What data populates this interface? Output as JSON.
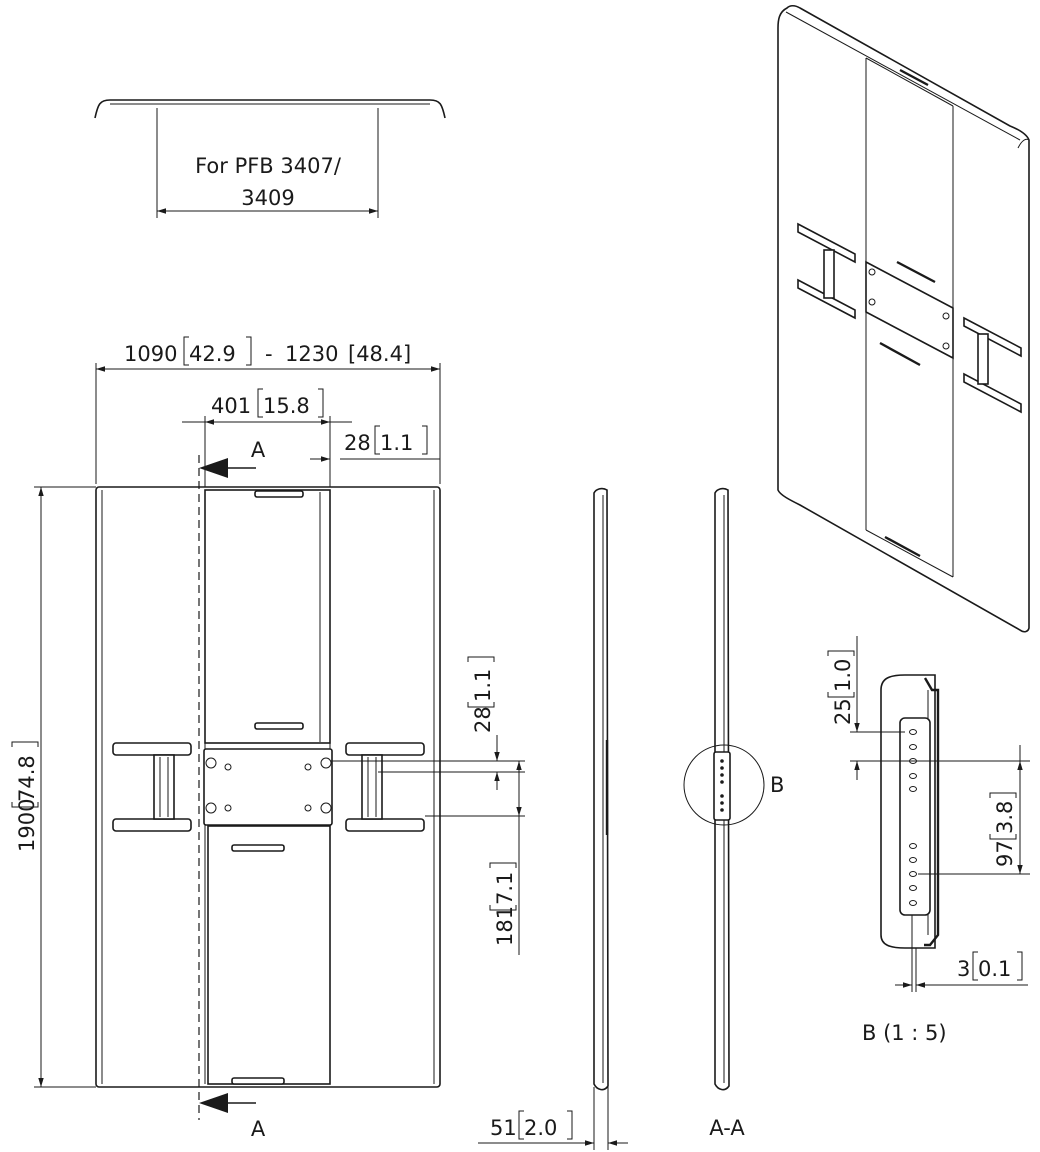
{
  "top_view": {
    "note_line1": "For PFB 3407/",
    "note_line2": "3409"
  },
  "front_view": {
    "width_min": "1090",
    "width_min_in": "42.9",
    "width_sep": "-",
    "width_max": "1230",
    "width_max_in": "[48.4]",
    "center_width": "401",
    "center_width_in": "15.8",
    "edge_offset": "28",
    "edge_offset_in": "1.1",
    "height": "1900",
    "height_in": "74.8",
    "section_marker_top": "A",
    "section_marker_bottom": "A",
    "bracket_offset": "28",
    "bracket_offset_in": "1.1",
    "bracket_spacing": "181",
    "bracket_spacing_in": "7.1"
  },
  "side_view": {
    "depth": "51",
    "depth_in": "2.0"
  },
  "section_view": {
    "label": "A-A",
    "detail_marker": "B"
  },
  "detail_view": {
    "top_offset": "25",
    "top_offset_in": "1.0",
    "hole_spacing": "97",
    "hole_spacing_in": "3.8",
    "thickness": "3",
    "thickness_in": "0.1",
    "label": "B (1 : 5)"
  }
}
